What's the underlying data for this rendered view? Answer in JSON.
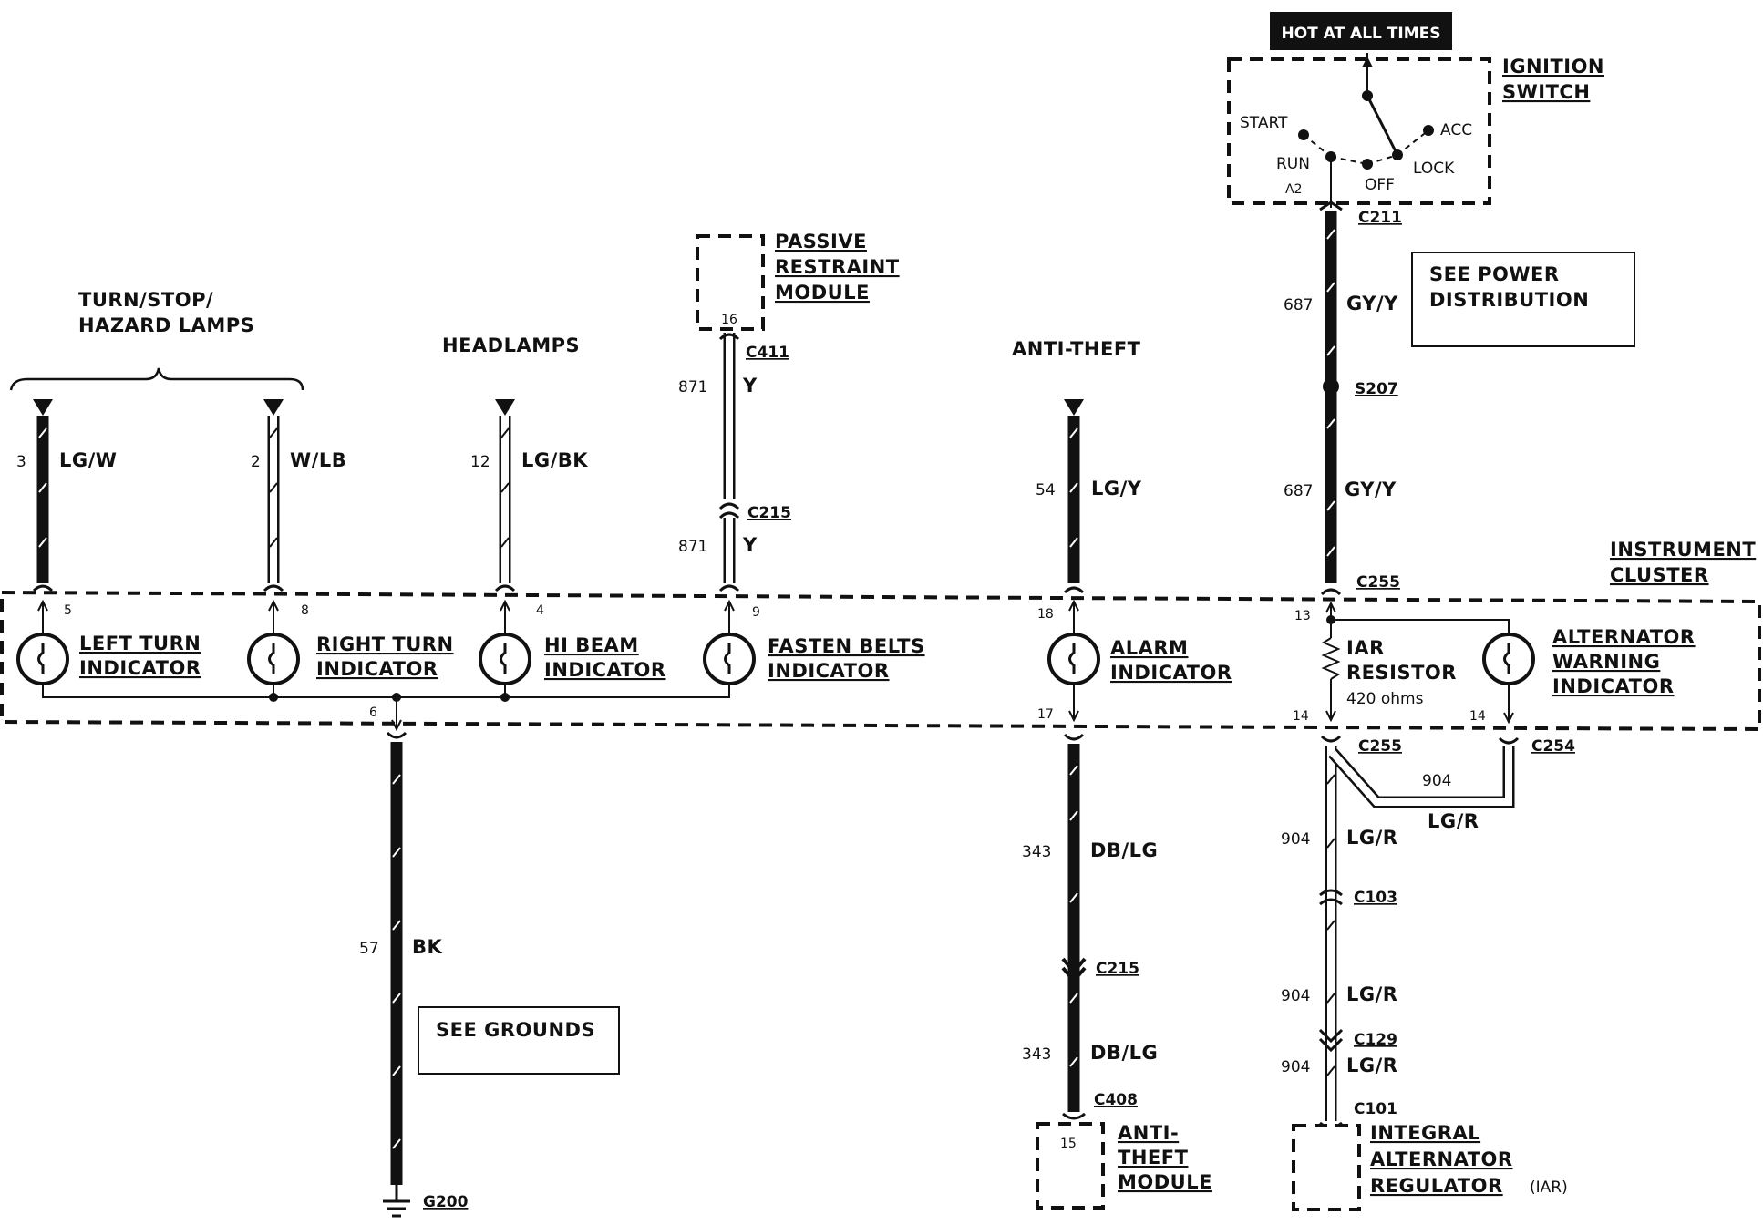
{
  "header": {
    "hot_at_all_times": "HOT AT ALL TIMES"
  },
  "ignition": {
    "title1": "IGNITION",
    "title2": "SWITCH",
    "start": "START",
    "run": "RUN",
    "off": "OFF",
    "acc": "ACC",
    "lock": "LOCK",
    "pin": "A2"
  },
  "groups": {
    "turn1": "TURN/STOP/",
    "turn2": "HAZARD LAMPS",
    "headlamps": "HEADLAMPS",
    "antitheft": "ANTI-THEFT"
  },
  "prm": {
    "l1": "PASSIVE",
    "l2": "RESTRAINT",
    "l3": "MODULE",
    "pin": "16",
    "conn": "C411"
  },
  "notes": {
    "power1": "SEE POWER",
    "power2": "DISTRIBUTION",
    "grounds": "SEE GROUNDS"
  },
  "cluster": {
    "l1": "INSTRUMENT",
    "l2": "CLUSTER"
  },
  "wires": {
    "w3": "3",
    "c3": "LG/W",
    "w2": "2",
    "c2": "W/LB",
    "w12": "12",
    "c12": "LG/BK",
    "w871a": "871",
    "c871a": "Y",
    "w871b": "871",
    "c871b": "Y",
    "w54": "54",
    "c54": "LG/Y",
    "w687a": "687",
    "c687a": "GY/Y",
    "w687b": "687",
    "c687b": "GY/Y",
    "w57": "57",
    "c57": "BK",
    "w343a": "343",
    "c343a": "DB/LG",
    "w343b": "343",
    "c343b": "DB/LG",
    "w904a": "904",
    "c904a": "LG/R",
    "w904b": "904",
    "c904b": "LG/R",
    "w904c": "904",
    "c904c": "LG/R",
    "w904d": "904",
    "c904d": "LG/R"
  },
  "connectors": {
    "c211": "C211",
    "s207": "S207",
    "c215a": "C215",
    "c255a": "C255",
    "c255b": "C255",
    "c254": "C254",
    "c215b": "C215",
    "c103": "C103",
    "c129": "C129",
    "c408": "C408",
    "c101": "C101",
    "g200": "G200"
  },
  "pins": {
    "p5": "5",
    "p8": "8",
    "p4": "4",
    "p9": "9",
    "p18": "18",
    "p13": "13",
    "p6": "6",
    "p17": "17",
    "p14a": "14",
    "p14b": "14",
    "p15": "15"
  },
  "indicators": {
    "left1": "LEFT TURN",
    "left2": "INDICATOR",
    "right1": "RIGHT TURN",
    "right2": "INDICATOR",
    "hi1": "HI BEAM",
    "hi2": "INDICATOR",
    "belt1": "FASTEN BELTS",
    "belt2": "INDICATOR",
    "alarm1": "ALARM",
    "alarm2": "INDICATOR",
    "iar1": "IAR",
    "iar2": "RESISTOR",
    "iar3": "420 ohms",
    "alt1": "ALTERNATOR",
    "alt2": "WARNING",
    "alt3": "INDICATOR"
  },
  "modules": {
    "at1": "ANTI-",
    "at2": "THEFT",
    "at3": "MODULE",
    "iar1": "INTEGRAL",
    "iar2": "ALTERNATOR",
    "iar3": "REGULATOR",
    "iar4": "(IAR)"
  }
}
